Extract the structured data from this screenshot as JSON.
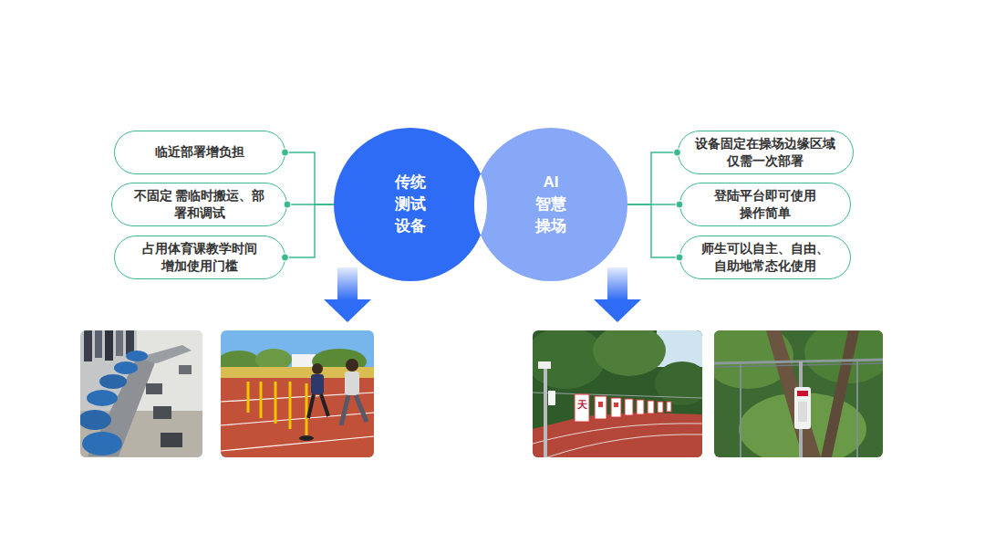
{
  "diagram": {
    "nodes": [
      {
        "text": [
          "临近部署增负担"
        ]
      },
      {
        "text": [
          "不固定 需临时搬运、部署和调试"
        ]
      },
      {
        "text": [
          "占用体育课教学时间 增加使用门槛"
        ]
      },
      {
        "text": [
          "传统 测试 设备"
        ]
      },
      {
        "text": [
          "AI 智慧 操场"
        ]
      },
      {
        "text": [
          "设备固定在操场边缘区域 仅需一次部署"
        ]
      },
      {
        "text": [
          "登陆平台即可使用 操作简单"
        ]
      },
      {
        "text": [
          "师生可以自主、自由、 自助地常态化使用"
        ]
      }
    ],
    "edges": [
      {
        "from": 0,
        "to": 3,
        "arrow": "none"
      },
      {
        "from": 1,
        "to": 3,
        "arrow": "none"
      },
      {
        "from": 2,
        "to": 3,
        "arrow": "none"
      },
      {
        "from": 4,
        "to": 5,
        "arrow": "none"
      },
      {
        "from": 4,
        "to": 6,
        "arrow": "none"
      },
      {
        "from": 4,
        "to": 7,
        "arrow": "none"
      }
    ],
    "labels": [
      "天"
    ]
  }
}
